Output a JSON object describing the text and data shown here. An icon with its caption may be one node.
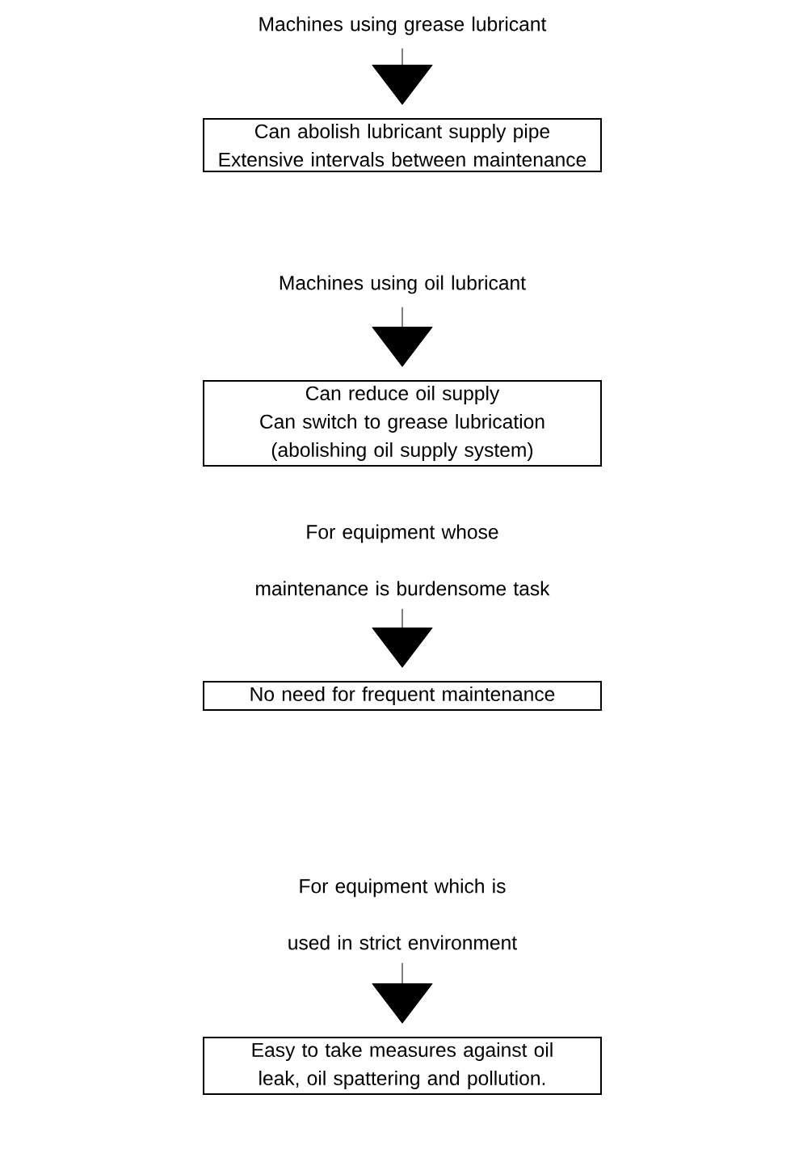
{
  "diagram": {
    "nodes": [
      {
        "text": [
          "Machines using grease lubricant"
        ]
      },
      {
        "text": [
          "Can abolish lubricant supply pipe",
          "Extensive intervals between maintenance"
        ]
      },
      {
        "text": [
          "Machines using oil lubricant"
        ]
      },
      {
        "text": [
          "Can reduce oil supply",
          "Can switch to grease lubrication (abolishing oil supply system)"
        ]
      },
      {
        "text": [
          "For equipment whose maintenance is burdensome task"
        ]
      },
      {
        "text": [
          "No need  for frequent maintenance"
        ]
      },
      {
        "text": [
          "For equipment which is used in strict environment"
        ]
      },
      {
        "text": [
          "Easy to take measures against oil leak, oil spattering and pollution."
        ]
      }
    ],
    "edges": [
      {
        "from": 0,
        "to": 1,
        "arrow": "to"
      },
      {
        "from": 2,
        "to": 3,
        "arrow": "to"
      },
      {
        "from": 4,
        "to": 5,
        "arrow": "to"
      },
      {
        "from": 6,
        "to": 7,
        "arrow": "to"
      }
    ]
  }
}
